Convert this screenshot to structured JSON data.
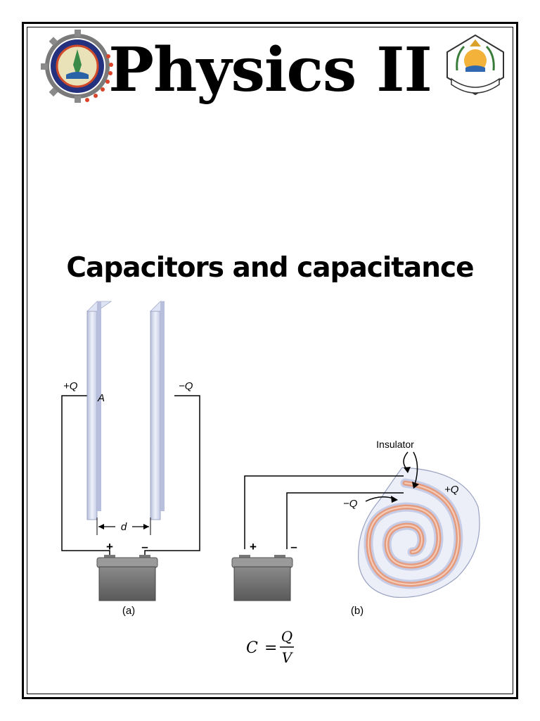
{
  "header": {
    "title": "Physics II"
  },
  "section": {
    "title": "Capacitors and capacitance"
  },
  "logos": {
    "left": "faculty-of-engineering-logo",
    "right": "mansoura-university-seal"
  },
  "figure_a": {
    "caption": "(a)",
    "plus_charge": "+Q",
    "minus_charge": "−Q",
    "area_label": "A",
    "distance_label": "d",
    "plus_terminal": "+",
    "minus_terminal": "–"
  },
  "figure_b": {
    "caption": "(b)",
    "insulator_label": "Insulator",
    "plus_charge": "+Q",
    "minus_charge": "−Q",
    "plus_terminal": "+",
    "minus_terminal": "–"
  },
  "formula": {
    "lhs": "C",
    "eq": "=",
    "numerator": "Q",
    "denominator": "V"
  },
  "colors": {
    "plate": "#cfd6ec",
    "battery": "#6e6e6e",
    "spiral_copper": "#e8a083",
    "spiral_insulator": "#c9cfe6"
  }
}
